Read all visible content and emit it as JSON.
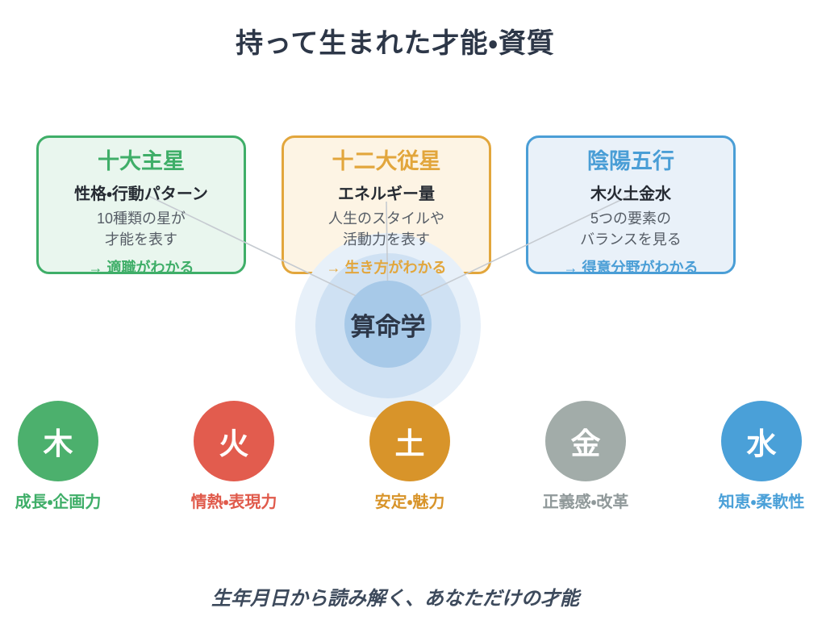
{
  "title": {
    "text": "持って生まれた才能・資質",
    "color": "#2d3748"
  },
  "boxes": [
    {
      "title": "十大主星",
      "subtitle": "性格・行動パターン",
      "body_line1": "10種類の星が",
      "body_line2": "才能を表す",
      "result": "→ 適職がわかる",
      "accent": "#3fae68",
      "bg": "#e9f6ee"
    },
    {
      "title": "十二大従星",
      "subtitle": "エネルギー量",
      "body_line1": "人生のスタイルや",
      "body_line2": "活動力を表す",
      "result": "→ 生き方がわかる",
      "accent": "#e2a63c",
      "bg": "#fdf4e4"
    },
    {
      "title": "陰陽五行",
      "subtitle": "木火土金水",
      "body_line1": "5つの要素の",
      "body_line2": "バランスを見る",
      "result": "→ 得意分野がわかる",
      "accent": "#4a9ed6",
      "bg": "#e9f1f9"
    }
  ],
  "center": {
    "label": "算命学",
    "text_color": "#2d3748",
    "ring_inner": "#a7c9e8",
    "ring_middle": "#cfe1f3",
    "ring_outer": "#e7f0f9"
  },
  "connector_color": "#c6cbd1",
  "elements": [
    {
      "glyph": "木",
      "label": "成長・企画力",
      "color": "#4cb06d",
      "label_color": "#3fae68"
    },
    {
      "glyph": "火",
      "label": "情熱・表現力",
      "color": "#e25c4e",
      "label_color": "#e05a4b"
    },
    {
      "glyph": "土",
      "label": "安定・魅力",
      "color": "#d8942a",
      "label_color": "#d8942a"
    },
    {
      "glyph": "金",
      "label": "正義感・改革",
      "color": "#a2aca9",
      "label_color": "#90999a"
    },
    {
      "glyph": "水",
      "label": "知恵・柔軟性",
      "color": "#4aa0d8",
      "label_color": "#4aa0d8"
    }
  ],
  "caption": {
    "text": "生年月日から読み解く、あなただけの才能",
    "color": "#3d4a5c"
  }
}
